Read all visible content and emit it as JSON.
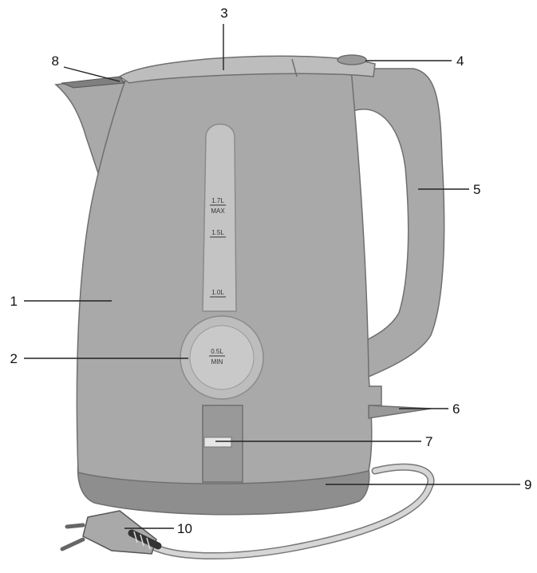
{
  "colors": {
    "body": "#a9a9a9",
    "body_dark": "#8e8e8e",
    "body_light": "#bdbdbd",
    "window": "#c4c4c4",
    "outline": "#6f6f6f",
    "cord": "#d6d6d6"
  },
  "scale": {
    "max_value": "1.7L",
    "max_word": "MAX",
    "mark_1_5": "1.5L",
    "mark_1_0": "1.0L",
    "min_value": "0.5L",
    "min_word": "MIN"
  },
  "callouts": [
    {
      "number": "1",
      "part": "kettle body"
    },
    {
      "number": "2",
      "part": "water level indicator"
    },
    {
      "number": "3",
      "part": "lid"
    },
    {
      "number": "4",
      "part": "lid release button"
    },
    {
      "number": "5",
      "part": "handle"
    },
    {
      "number": "6",
      "part": "on/off switch"
    },
    {
      "number": "7",
      "part": "indicator light"
    },
    {
      "number": "8",
      "part": "spout filter"
    },
    {
      "number": "9",
      "part": "base station"
    },
    {
      "number": "10",
      "part": "power cord with plug"
    }
  ]
}
